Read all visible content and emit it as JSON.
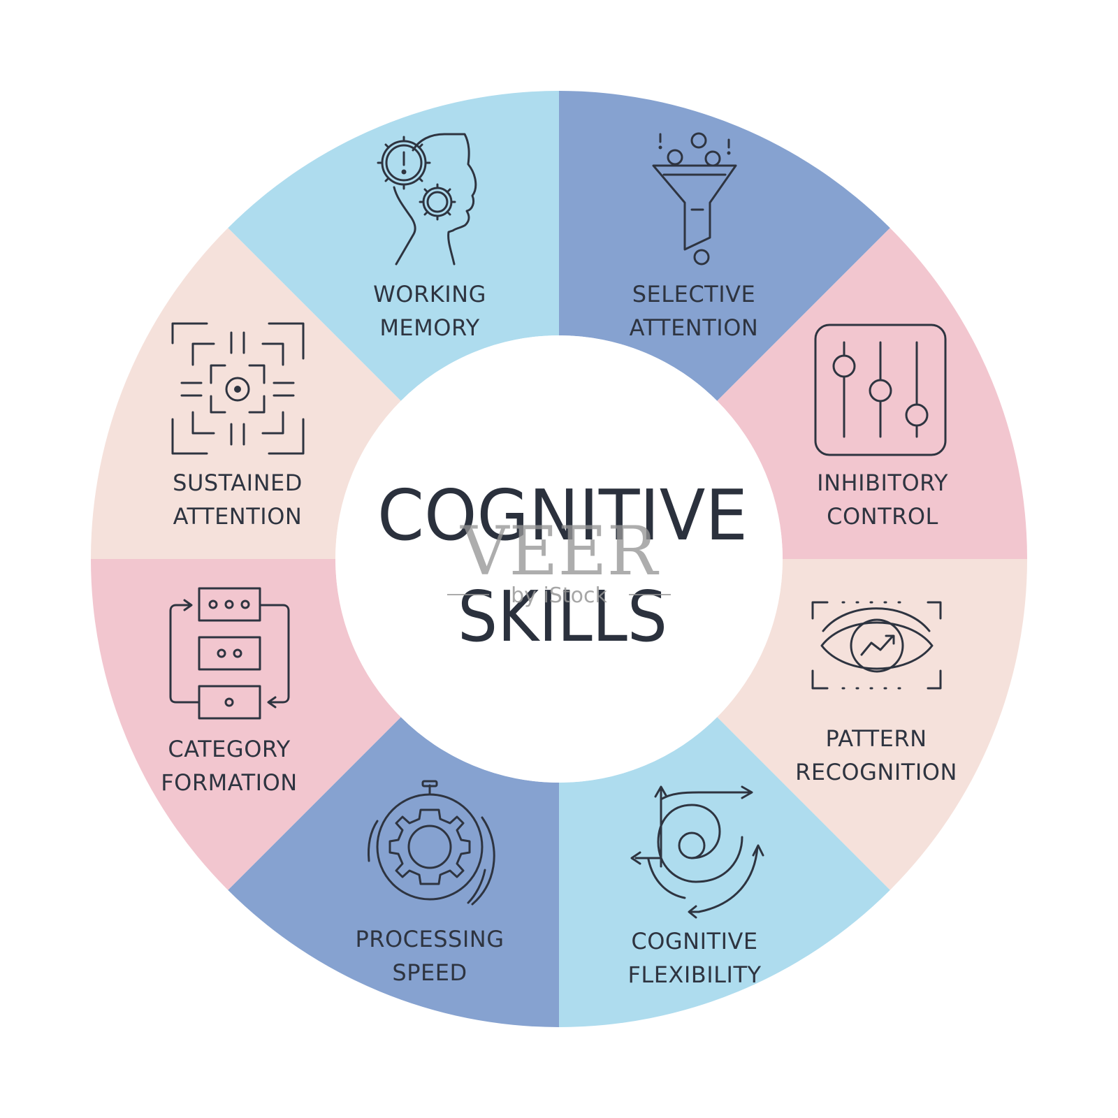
{
  "colors": {
    "blue_light": "#aedcee",
    "blue_mid": "#86a2d0",
    "pink": "#f2c6cf",
    "peach": "#f5e1db",
    "text": "#2e3440",
    "center_bg": "#ffffff"
  },
  "center": {
    "line1": "COGNITIVE",
    "line2": "SKILLS"
  },
  "watermark": {
    "main": "VEER",
    "sub": "by iStock"
  },
  "segments": [
    {
      "line1": "WORKING",
      "line2": "MEMORY",
      "icon": "head-gears-icon",
      "color": "blue_light"
    },
    {
      "line1": "SELECTIVE",
      "line2": "ATTENTION",
      "icon": "funnel-icon",
      "color": "blue_mid"
    },
    {
      "line1": "INHIBITORY",
      "line2": "CONTROL",
      "icon": "sliders-icon",
      "color": "pink"
    },
    {
      "line1": "PATTERN",
      "line2": "RECOGNITION",
      "icon": "eye-icon",
      "color": "peach"
    },
    {
      "line1": "COGNITIVE",
      "line2": "FLEXIBILITY",
      "icon": "spiral-arrows-icon",
      "color": "blue_light"
    },
    {
      "line1": "PROCESSING",
      "line2": "SPEED",
      "icon": "stopwatch-gear-icon",
      "color": "blue_mid"
    },
    {
      "line1": "CATEGORY",
      "line2": "FORMATION",
      "icon": "stacked-boxes-icon",
      "color": "pink"
    },
    {
      "line1": "SUSTAINED",
      "line2": "ATTENTION",
      "icon": "focus-target-icon",
      "color": "peach"
    }
  ]
}
